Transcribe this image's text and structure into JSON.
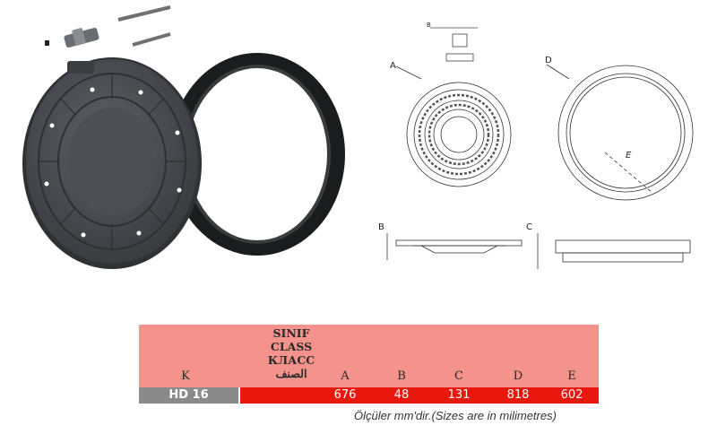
{
  "drawing_labels": {
    "a": "A",
    "d": "D",
    "e": "E",
    "b": "B",
    "c": "C",
    "b_top": "B"
  },
  "table": {
    "header_k": "K",
    "class_lines": [
      "SINIF",
      "CLASS",
      "КЛАСС",
      "الصنف"
    ],
    "columns": [
      "A",
      "B",
      "C",
      "D",
      "E"
    ],
    "row": {
      "label": "HD 16",
      "values": [
        "676",
        "48",
        "131",
        "818",
        "602"
      ]
    }
  },
  "footnote": "Ölçüler mm'dir.(Sizes are in milimetres)",
  "colors": {
    "header_bg": "#f4938b",
    "row_bg": "#e8180e",
    "label_bg": "#8a8a8a"
  }
}
